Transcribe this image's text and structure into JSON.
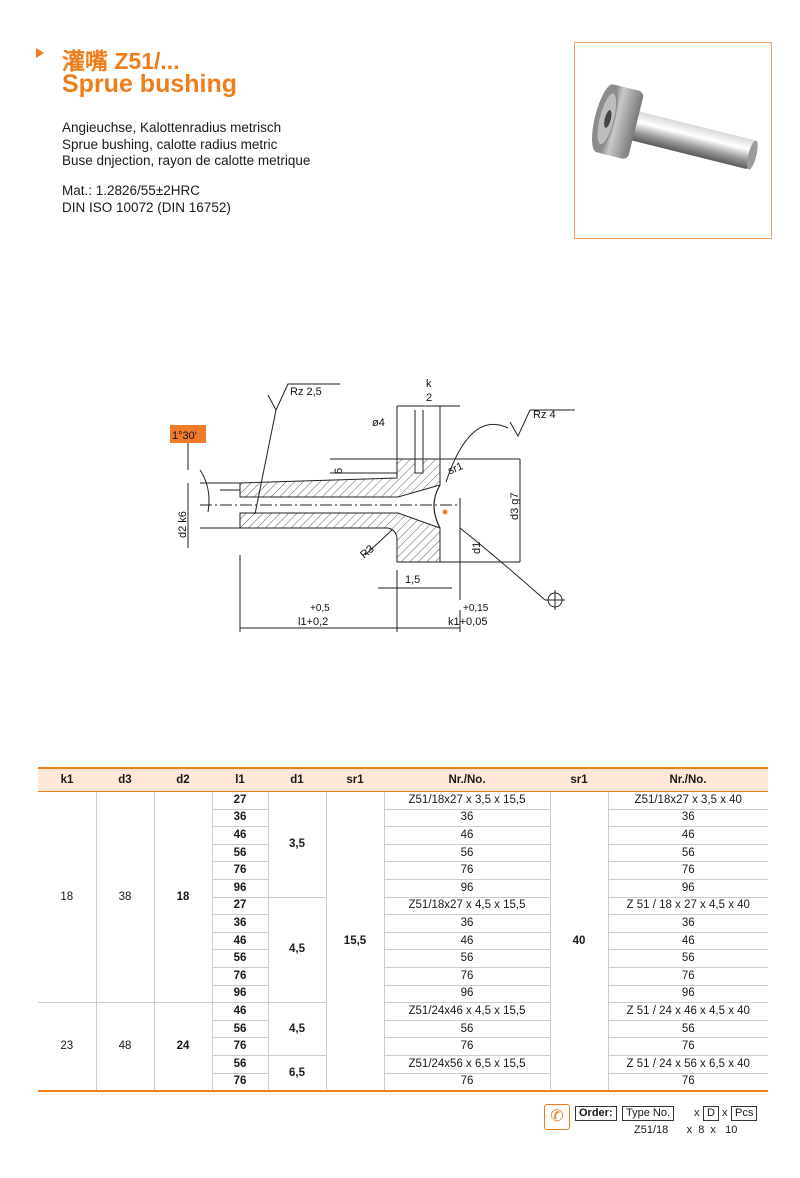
{
  "header": {
    "title_cn": "灌嘴 Z51/...",
    "title_en": "Sprue bushing"
  },
  "description": {
    "line1": "Angieuchse, Kalottenradius metrisch",
    "line2": "Sprue bushing, calotte radius metric",
    "line3": "Buse dnjection, rayon de calotte metrique",
    "material": "Mat.: 1.2826/55±2HRC",
    "standard": "DIN ISO 10072 (DIN 16752)"
  },
  "drawing": {
    "rz_left": "Rz 2,5",
    "rz_right": "Rz 4",
    "k": "k",
    "k_value": "2",
    "dia4": "ø4",
    "six": "6",
    "angle": "1°30'",
    "d2": "d2 k6",
    "sr1": "sr1",
    "d3": "d3 g7",
    "d1": "d1",
    "r3": "R3",
    "one_five": "1,5",
    "l1_tol": "+0,5",
    "l1": "l1+0,2",
    "k1_tol": "+0,15",
    "k1": "k1+0,05"
  },
  "table": {
    "headers": [
      "k1",
      "d3",
      "d2",
      "l1",
      "d1",
      "sr1",
      "Nr./No.",
      "sr1",
      "Nr./No."
    ],
    "group1": {
      "k1": "18",
      "d3": "38",
      "d2": "18"
    },
    "group2": {
      "k1": "23",
      "d3": "48",
      "d2": "24"
    },
    "sr1_a": "15,5",
    "sr1_b": "40",
    "d1_groups": [
      "3,5",
      "4,5",
      "4,5",
      "6,5"
    ],
    "rows": [
      {
        "l1": "27",
        "nr1": "Z51/18x27 x 3,5 x 15,5",
        "nr2": "Z51/18x27 x 3,5 x 40"
      },
      {
        "l1": "36",
        "nr1": "36",
        "nr2": "36"
      },
      {
        "l1": "46",
        "nr1": "46",
        "nr2": "46"
      },
      {
        "l1": "56",
        "nr1": "56",
        "nr2": "56"
      },
      {
        "l1": "76",
        "nr1": "76",
        "nr2": "76"
      },
      {
        "l1": "96",
        "nr1": "96",
        "nr2": "96"
      },
      {
        "l1": "27",
        "nr1": "Z51/18x27 x 4,5 x 15,5",
        "nr2": "Z 51 / 18 x  27 x 4,5 x 40"
      },
      {
        "l1": "36",
        "nr1": "36",
        "nr2": "36"
      },
      {
        "l1": "46",
        "nr1": "46",
        "nr2": "46"
      },
      {
        "l1": "56",
        "nr1": "56",
        "nr2": "56"
      },
      {
        "l1": "76",
        "nr1": "76",
        "nr2": "76"
      },
      {
        "l1": "96",
        "nr1": "96",
        "nr2": "96"
      },
      {
        "l1": "46",
        "nr1": "Z51/24x46 x 4,5 x 15,5",
        "nr2": "Z 51 / 24 x 46 x 4,5 x 40"
      },
      {
        "l1": "56",
        "nr1": "56",
        "nr2": "56"
      },
      {
        "l1": "76",
        "nr1": "76",
        "nr2": "76"
      },
      {
        "l1": "56",
        "nr1": "Z51/24x56 x 6,5 x 15,5",
        "nr2": "Z 51 / 24 x 56 x 6,5 x 40"
      },
      {
        "l1": "76",
        "nr1": "76",
        "nr2": "76"
      }
    ]
  },
  "order": {
    "label": "Order:",
    "type": "Type No.",
    "x1": "x",
    "d": "D",
    "x2": "x",
    "pcs": "Pcs",
    "example": "Z51/18      x  8  x   10"
  },
  "icons": {
    "bullet": "triangle-bullet-icon",
    "order": "phone-order-icon"
  },
  "colors": {
    "accent": "#ef7d1a",
    "header_bg": "#fde7d8",
    "highlight": "#f07b2a"
  }
}
